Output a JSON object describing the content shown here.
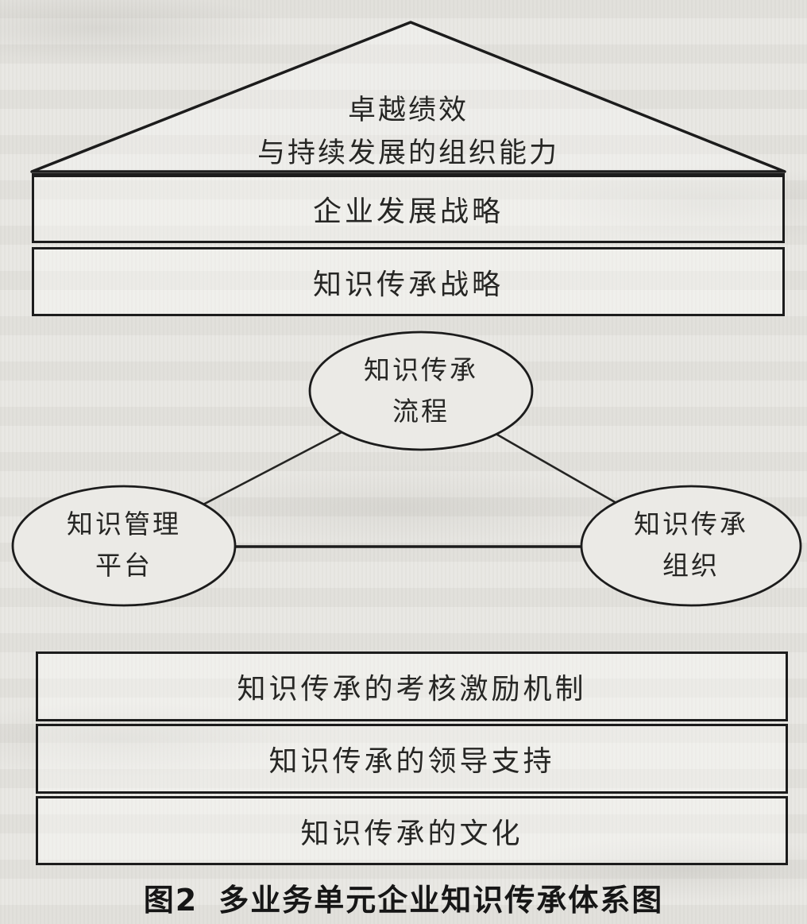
{
  "pyramid": {
    "capability_line1": "卓越绩效",
    "capability_line2": "与持续发展的组织能力",
    "enterprise_strategy": "企业发展战略",
    "knowledge_strategy": "知识传承战略"
  },
  "core": {
    "process": {
      "line1": "知识传承",
      "line2": "流程"
    },
    "platform": {
      "line1": "知识管理",
      "line2": "平台"
    },
    "organization": {
      "line1": "知识传承",
      "line2": "组织"
    }
  },
  "foundation": {
    "incentive": "知识传承的考核激励机制",
    "leadership": "知识传承的领导支持",
    "culture": "知识传承的文化"
  },
  "caption": {
    "fig_label": "图2",
    "title": "多业务单元企业知识传承体系图"
  },
  "colors": {
    "ink": "#1c1c1c",
    "paper": "#ebeae6"
  }
}
